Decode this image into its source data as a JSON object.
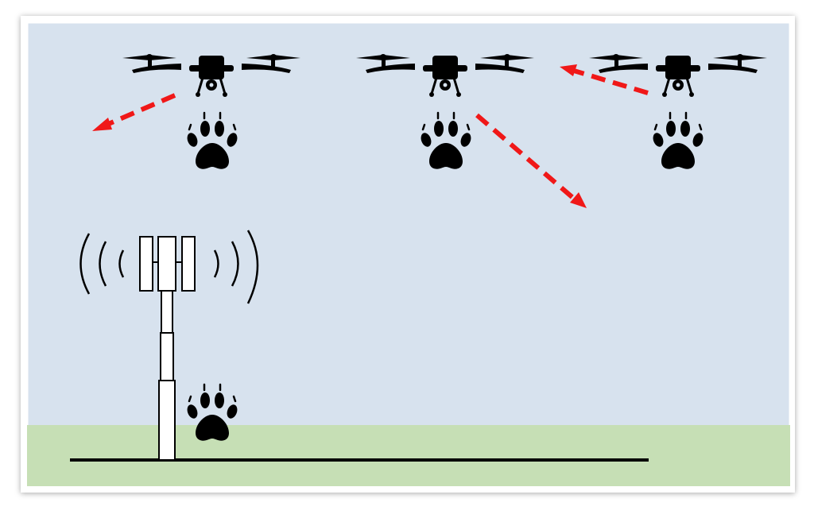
{
  "colors": {
    "sky": "#d7e2ee",
    "ground": "#c6dfb5",
    "sky_edge": "#ffffff",
    "arrow": "#f01818",
    "ink": "#000000",
    "tower_fill": "#ffffff"
  },
  "icons": {
    "drone": "quadcopter-drone-icon",
    "paw": "wolf-paw-print-icon",
    "tower": "cell-tower-icon",
    "signal": "radio-waves-icon",
    "arrow": "dashed-red-arrow-icon"
  },
  "scene": {
    "drone_count": 3,
    "paw_print_count": 4,
    "arrow_count": 3
  }
}
